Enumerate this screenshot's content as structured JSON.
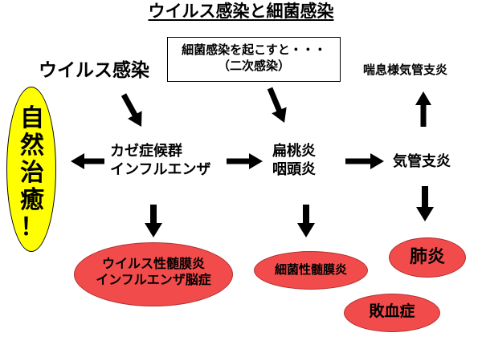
{
  "title": "ウイルス感染と細菌感染",
  "viral_infection": "ウイルス感染",
  "secondary_infection": {
    "line1": "細菌感染を起こすと・・・",
    "line2": "（二次感染）"
  },
  "asthmatic_bronchitis": "喘息様気管支炎",
  "natural_healing": {
    "chars": [
      "自",
      "然",
      "治",
      "癒",
      "！"
    ]
  },
  "cold_flu": {
    "line1": "カゼ症候群",
    "line2": "インフルエンザ"
  },
  "tonsillitis": {
    "line1": "扁桃炎",
    "line2": "咽頭炎"
  },
  "bronchitis": "気管支炎",
  "viral_meningitis": {
    "line1": "ウイルス性髄膜炎",
    "line2": "インフルエンザ脳症"
  },
  "bacterial_meningitis": "細菌性髄膜炎",
  "pneumonia": "肺炎",
  "sepsis": "敗血症",
  "colors": {
    "natural_healing_fill": "#ffff00",
    "complication_fill": "#f24b4b",
    "text": "#000000"
  }
}
